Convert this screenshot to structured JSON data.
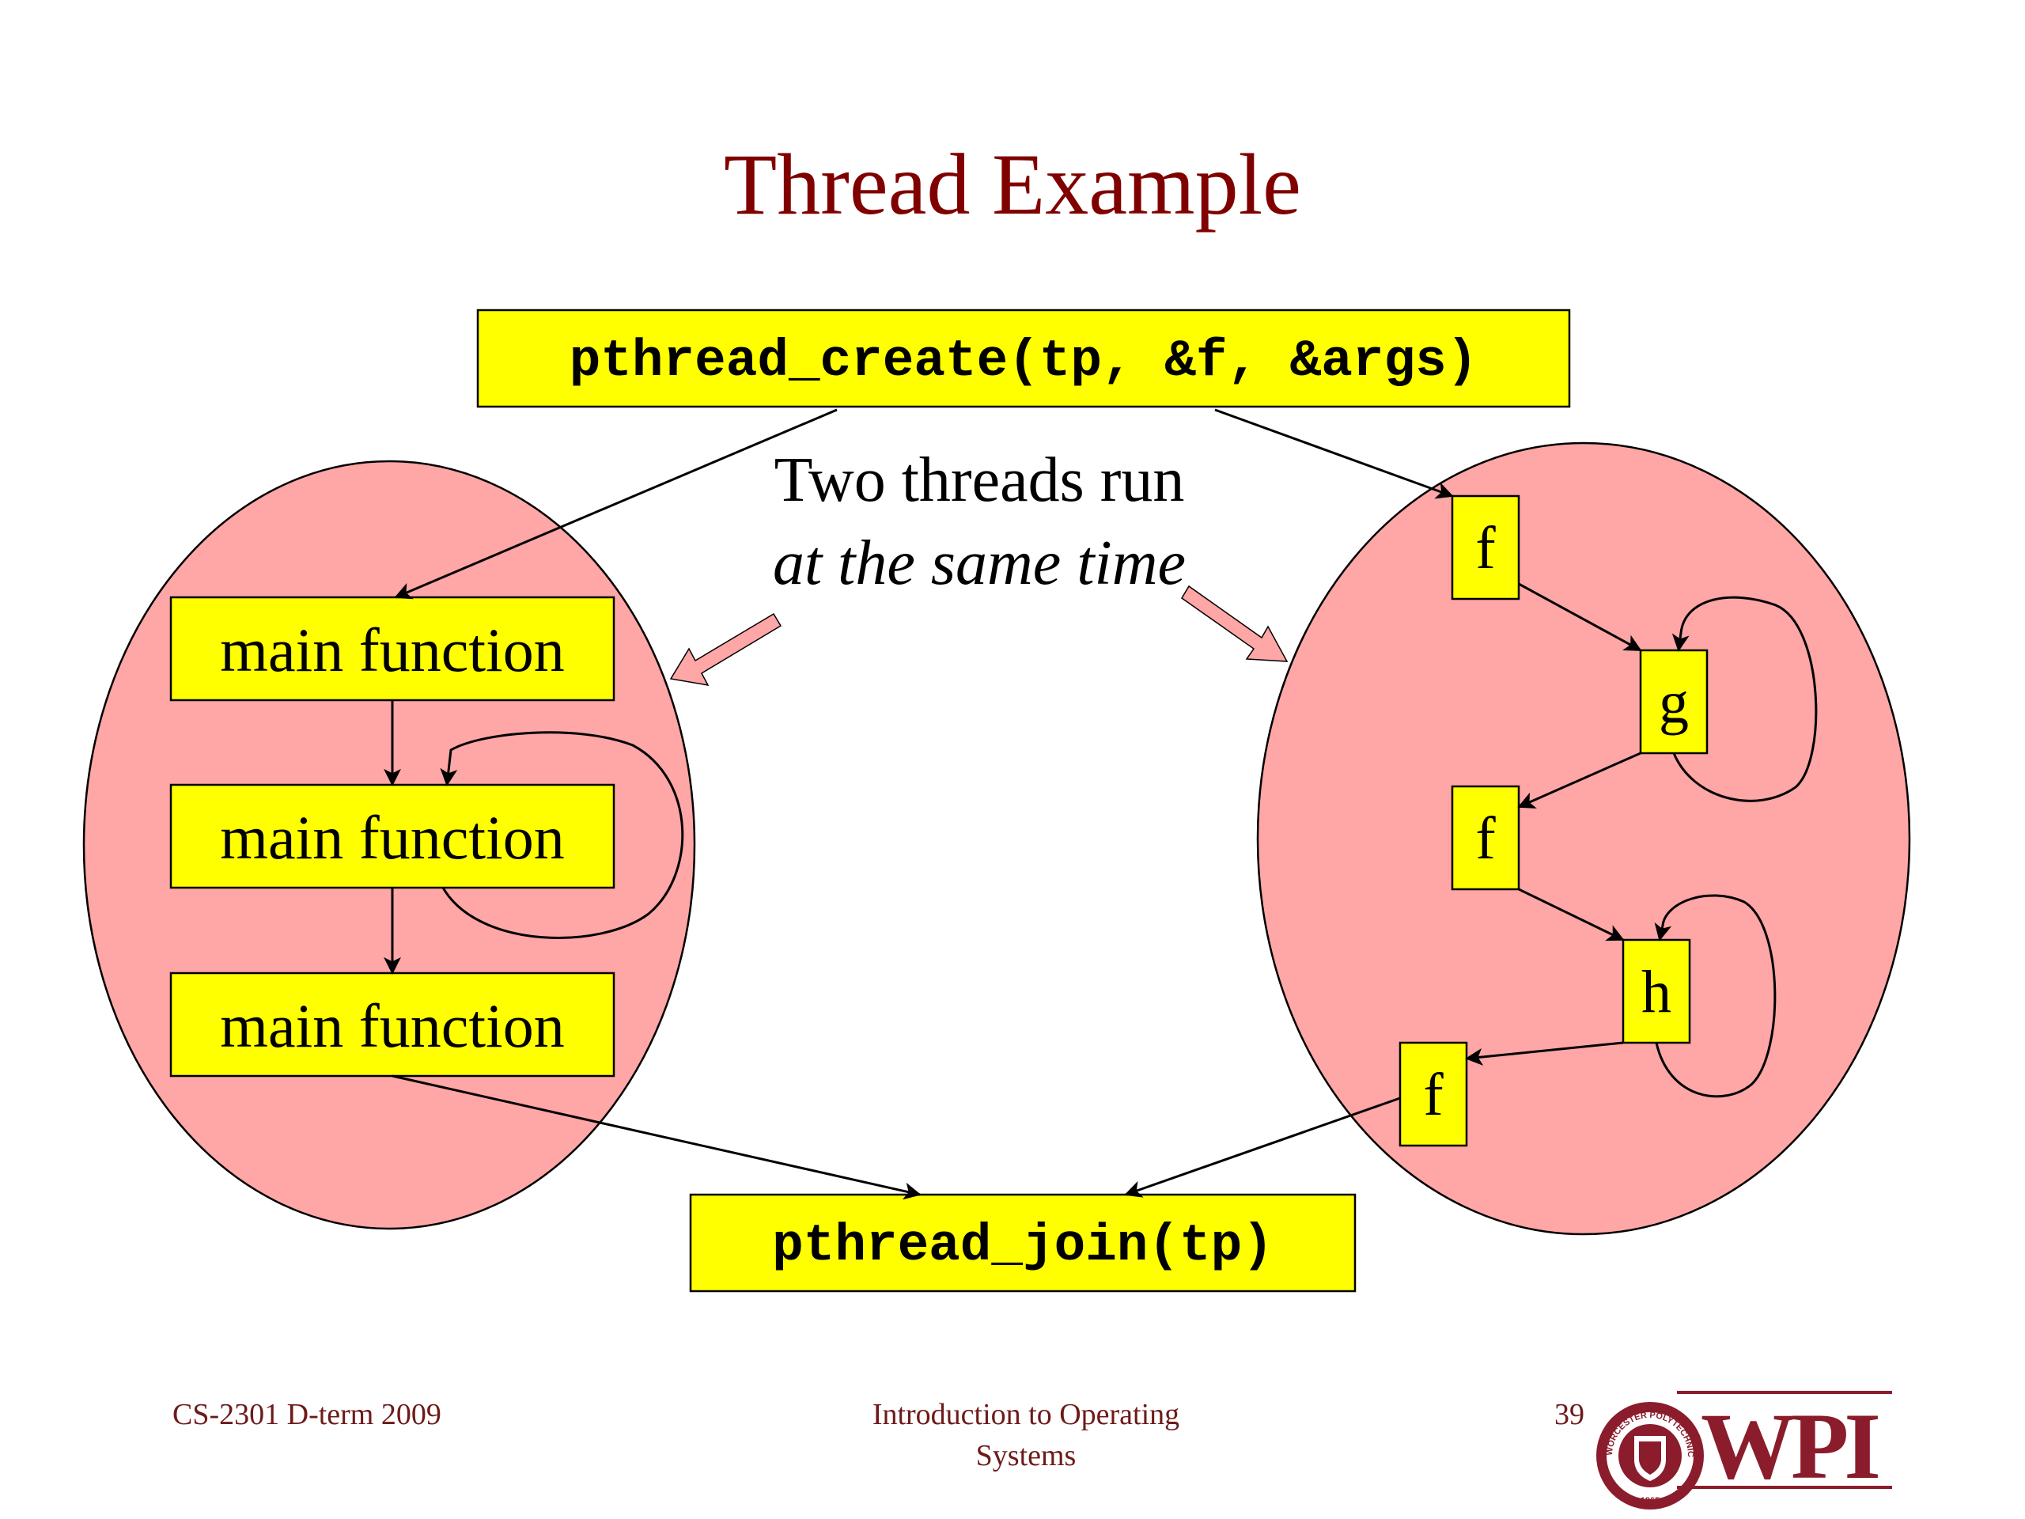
{
  "title": "Thread Example",
  "create_call": "pthread_create(tp, &f, &args)",
  "join_call": "pthread_join(tp)",
  "caption": {
    "line1": "Two threads run",
    "line2": "at the same time"
  },
  "main_thread": {
    "boxes": [
      "main function",
      "main function",
      "main function"
    ]
  },
  "second_thread": {
    "boxes": [
      "f",
      "g",
      "f",
      "h",
      "f"
    ]
  },
  "footer": {
    "course": "CS-2301 D-term 2009",
    "topic_line1": "Introduction to Operating",
    "topic_line2": "Systems",
    "page_number": "39",
    "logo_text": "WPI",
    "seal_text": "WORCESTER POLYTECHNIC INSTITUTE",
    "seal_year": "1865"
  },
  "colors": {
    "title": "#800000",
    "box_fill": "#ffff00",
    "oval_fill": "#ffa6a6",
    "logo": "#8b1c2c"
  }
}
